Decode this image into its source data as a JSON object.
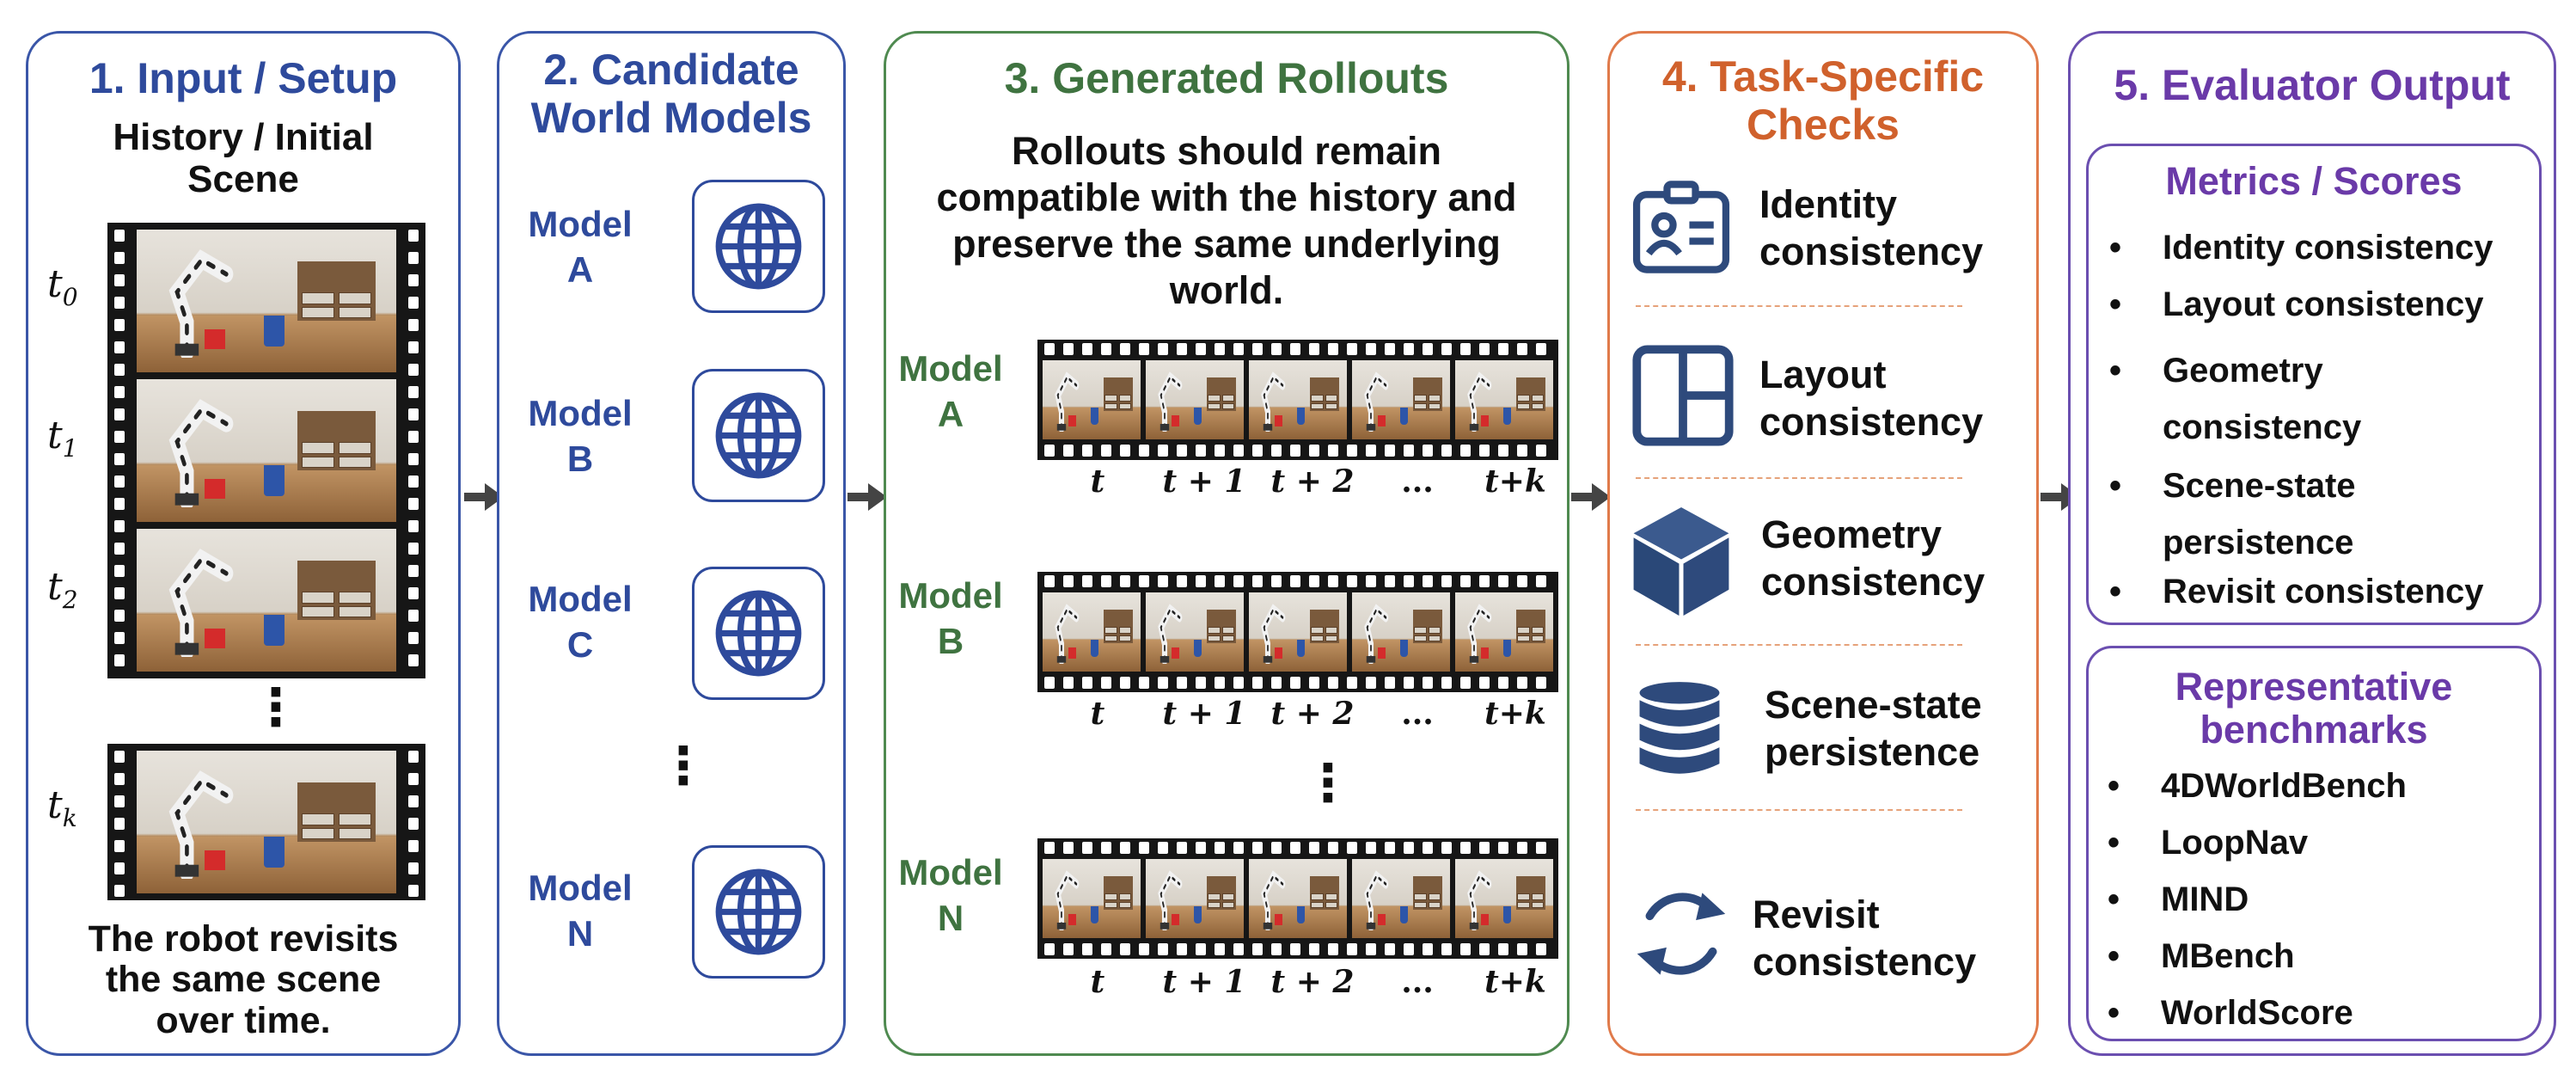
{
  "colors": {
    "panel1": "#3a56a8",
    "panel2": "#3a56a8",
    "panel3": "#4f8a50",
    "panel4": "#e07a4a",
    "panel5": "#6b4fb0",
    "arrow": "#444444",
    "icon": "#2e4a7c"
  },
  "panel1": {
    "title": "1. Input / Setup",
    "subtitle_line1": "History / Initial",
    "subtitle_line2": "Scene",
    "frames": [
      {
        "sym": "t",
        "sub": "0"
      },
      {
        "sym": "t",
        "sub": "1"
      },
      {
        "sym": "t",
        "sub": "2"
      },
      {
        "sym": "t",
        "sub": "k"
      }
    ],
    "ellipsis": "⋮",
    "caption_line1": "The robot revisits",
    "caption_line2": "the same scene",
    "caption_line3": "over time."
  },
  "panel2": {
    "title_line1": "2. Candidate",
    "title_line2": "World Models",
    "models": [
      {
        "word": "Model",
        "letter": "A",
        "icon": "globe-icon"
      },
      {
        "word": "Model",
        "letter": "B",
        "icon": "globe-icon"
      },
      {
        "word": "Model",
        "letter": "C",
        "icon": "globe-icon"
      },
      {
        "word": "Model",
        "letter": "N",
        "icon": "globe-icon"
      }
    ],
    "ellipsis": "⋮"
  },
  "panel3": {
    "title": "3. Generated Rollouts",
    "desc_line1": "Rollouts should remain",
    "desc_line2": "compatible with the history and",
    "desc_line3": "preserve the same underlying",
    "desc_line4": "world.",
    "rollouts": [
      {
        "word": "Model",
        "letter": "A"
      },
      {
        "word": "Model",
        "letter": "B"
      },
      {
        "word": "Model",
        "letter": "N"
      }
    ],
    "frame_labels": [
      "t",
      "t + 1",
      "t + 2",
      "...",
      "t+k"
    ],
    "ellipsis": "⋮"
  },
  "panel4": {
    "title_line1": "4. Task-Specific",
    "title_line2": "Checks",
    "checks": [
      {
        "line1": "Identity",
        "line2": "consistency",
        "icon": "id-card-icon"
      },
      {
        "line1": "Layout",
        "line2": "consistency",
        "icon": "layout-icon"
      },
      {
        "line1": "Geometry",
        "line2": "consistency",
        "icon": "cube-icon"
      },
      {
        "line1": "Scene-state",
        "line2": "persistence",
        "icon": "database-icon"
      },
      {
        "line1": "Revisit",
        "line2": "consistency",
        "icon": "refresh-icon"
      }
    ]
  },
  "panel5": {
    "title": "5. Evaluator Output",
    "metrics_title": "Metrics / Scores",
    "metrics": [
      {
        "line1": "Identity consistency",
        "line2": ""
      },
      {
        "line1": "Layout consistency",
        "line2": ""
      },
      {
        "line1": "Geometry",
        "line2": "consistency"
      },
      {
        "line1": "Scene-state",
        "line2": "persistence"
      },
      {
        "line1": "Revisit consistency",
        "line2": ""
      }
    ],
    "bench_title_line1": "Representative",
    "bench_title_line2": "benchmarks",
    "benchmarks": [
      "4DWorldBench",
      "LoopNav",
      "MIND",
      "MBench",
      "WorldScore"
    ],
    "bullet": "•"
  }
}
